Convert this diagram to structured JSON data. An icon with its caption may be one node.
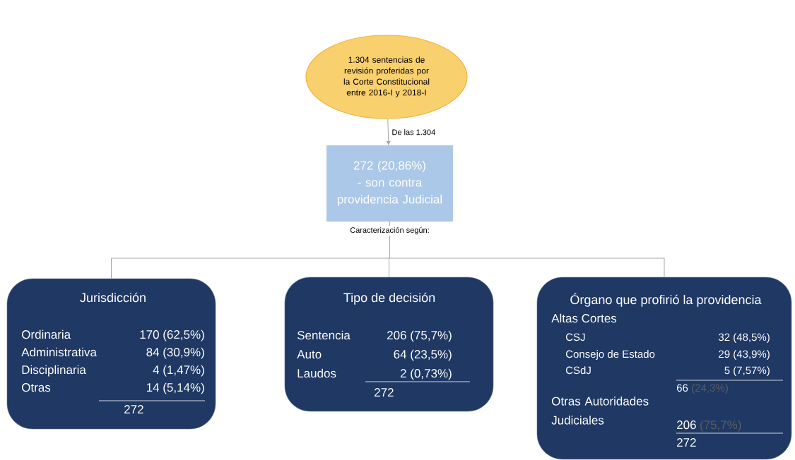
{
  "diagram": {
    "nodes": [
      {
        "text": [
          "1.304 sentencias de revisión proferidas por la Corte Constitucional entre 2016-I y 2018-I"
        ]
      },
      {
        "text": [
          "272 (20,86%) - son contra providencia Judicial"
        ]
      },
      {
        "text": [
          "Jurisdicción",
          "Ordinaria",
          "170 (62,5%)",
          "Administrativa",
          "84 (30,9%)",
          "Disciplinaria",
          "4 (1,47%)",
          "Otras",
          "14 (5,14%)",
          "272"
        ]
      },
      {
        "text": [
          "Tipo de decisión",
          "Sentencia",
          "206 (75,7%)",
          "Auto",
          "64 (23,5%)",
          "Laudos",
          "2 (0,73%)",
          "272"
        ]
      },
      {
        "text": [
          "Órgano que profirió la providencia",
          "Altas Cortes",
          "CSJ",
          "32 (48,5%)",
          "Consejo de Estado",
          "29 (43,9%)",
          "CSdJ",
          "5 (7,57%)",
          "66",
          "(24,3%)",
          "Otras Autoridades Judiciales",
          "206",
          "(75,7%)",
          "272"
        ]
      }
    ],
    "edges": [
      {
        "from": 0,
        "to": 1,
        "arrow": "to",
        "label": "De las 1.304"
      },
      {
        "from": 1,
        "to": 2,
        "arrow": "none"
      },
      {
        "from": 1,
        "to": 3,
        "arrow": "none",
        "label": "Caracterización según:"
      },
      {
        "from": 1,
        "to": 4,
        "arrow": "none"
      }
    ]
  }
}
